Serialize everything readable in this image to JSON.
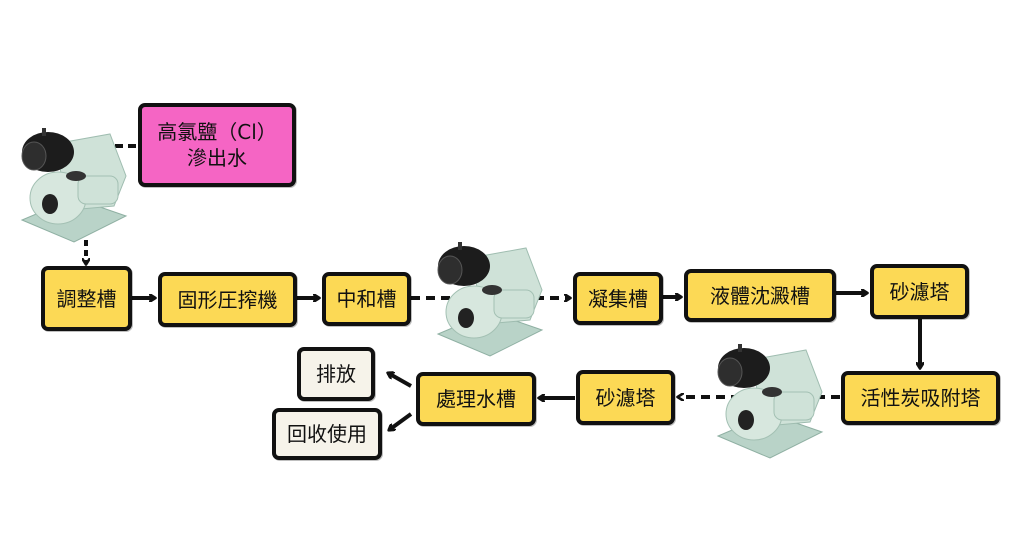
{
  "diagram": {
    "title": "",
    "colors": {
      "process_box": "#fcd955",
      "output_box": "#f6f3ea",
      "source_box": "#f565c4",
      "border": "#111111",
      "pump_body": "#c8ddd2",
      "pump_motor": "#1c1c1c"
    },
    "source": {
      "line1": "高氯鹽（Cl）",
      "line2": "滲出水"
    },
    "nodes": {
      "adjust_tank": "調整槽",
      "solid_press": "固形圧搾機",
      "neutral_tank": "中和槽",
      "coag_tank": "凝集槽",
      "sediment_tank": "液體沈澱槽",
      "sand_filter_1": "砂濾塔",
      "carbon_tower": "活性炭吸附塔",
      "sand_filter_2": "砂濾塔",
      "treated_tank": "處理水槽",
      "discharge": "排放",
      "reuse": "回收使用"
    },
    "pumps": [
      "pump-icon",
      "pump-icon",
      "pump-icon"
    ],
    "edges": [
      {
        "from": "source",
        "to": "pump_1",
        "style": "dashed"
      },
      {
        "from": "pump_1",
        "to": "adjust_tank",
        "style": "dashed"
      },
      {
        "from": "adjust_tank",
        "to": "solid_press",
        "style": "solid"
      },
      {
        "from": "solid_press",
        "to": "neutral_tank",
        "style": "solid"
      },
      {
        "from": "neutral_tank",
        "to": "pump_2",
        "style": "dashed"
      },
      {
        "from": "pump_2",
        "to": "coag_tank",
        "style": "dashed"
      },
      {
        "from": "coag_tank",
        "to": "sediment_tank",
        "style": "solid"
      },
      {
        "from": "sediment_tank",
        "to": "sand_filter_1",
        "style": "solid"
      },
      {
        "from": "sand_filter_1",
        "to": "carbon_tower",
        "style": "solid"
      },
      {
        "from": "carbon_tower",
        "to": "pump_3",
        "style": "dashed"
      },
      {
        "from": "pump_3",
        "to": "sand_filter_2",
        "style": "dashed"
      },
      {
        "from": "sand_filter_2",
        "to": "treated_tank",
        "style": "solid"
      },
      {
        "from": "treated_tank",
        "to": "discharge",
        "style": "solid"
      },
      {
        "from": "treated_tank",
        "to": "reuse",
        "style": "solid"
      }
    ]
  }
}
